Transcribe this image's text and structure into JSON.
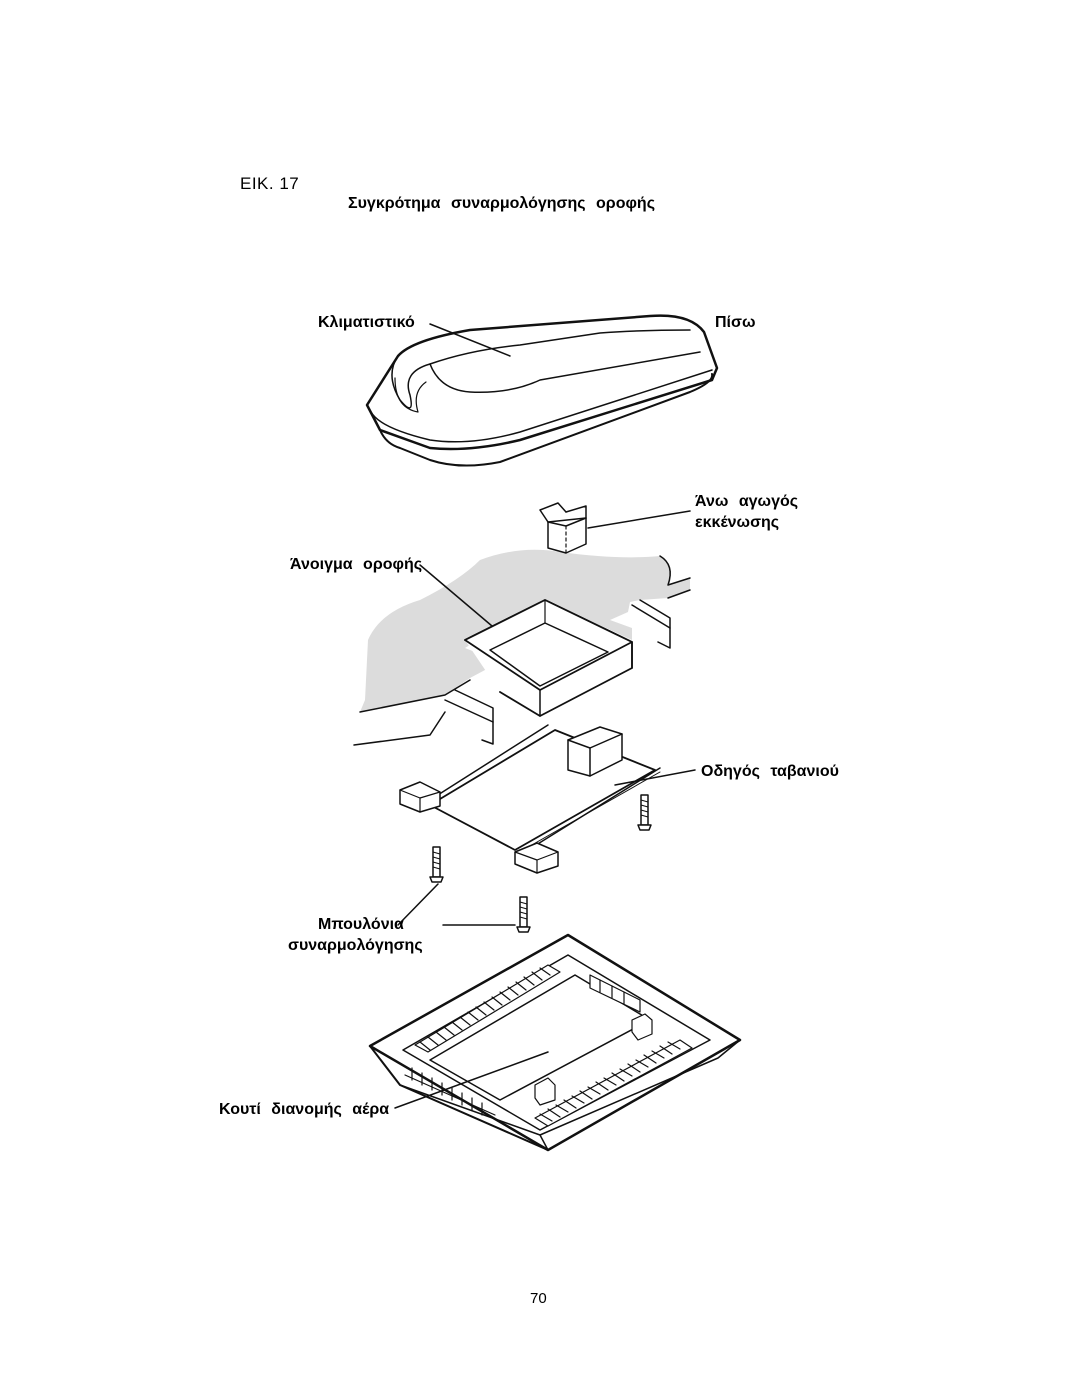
{
  "figure": {
    "number": "ΕΙΚ. 17",
    "title": "Συγκρότημα συναρμολόγησης οροφής"
  },
  "labels": {
    "air_conditioner": "Κλιματιστικό",
    "rear": "Πίσω",
    "upper_drain_duct_line1": "Άνω αγωγός",
    "upper_drain_duct_line2": "εκκένωσης",
    "roof_opening": "Άνοιγμα οροφής",
    "ceiling_guide": "Οδηγός ταβανιού",
    "mounting_bolts_line1": "Μπουλόνια",
    "mounting_bolts_line2": "συναρμολόγησης",
    "air_distribution_box": "Κουτί διανομής αέρα"
  },
  "page": {
    "number": "70"
  }
}
